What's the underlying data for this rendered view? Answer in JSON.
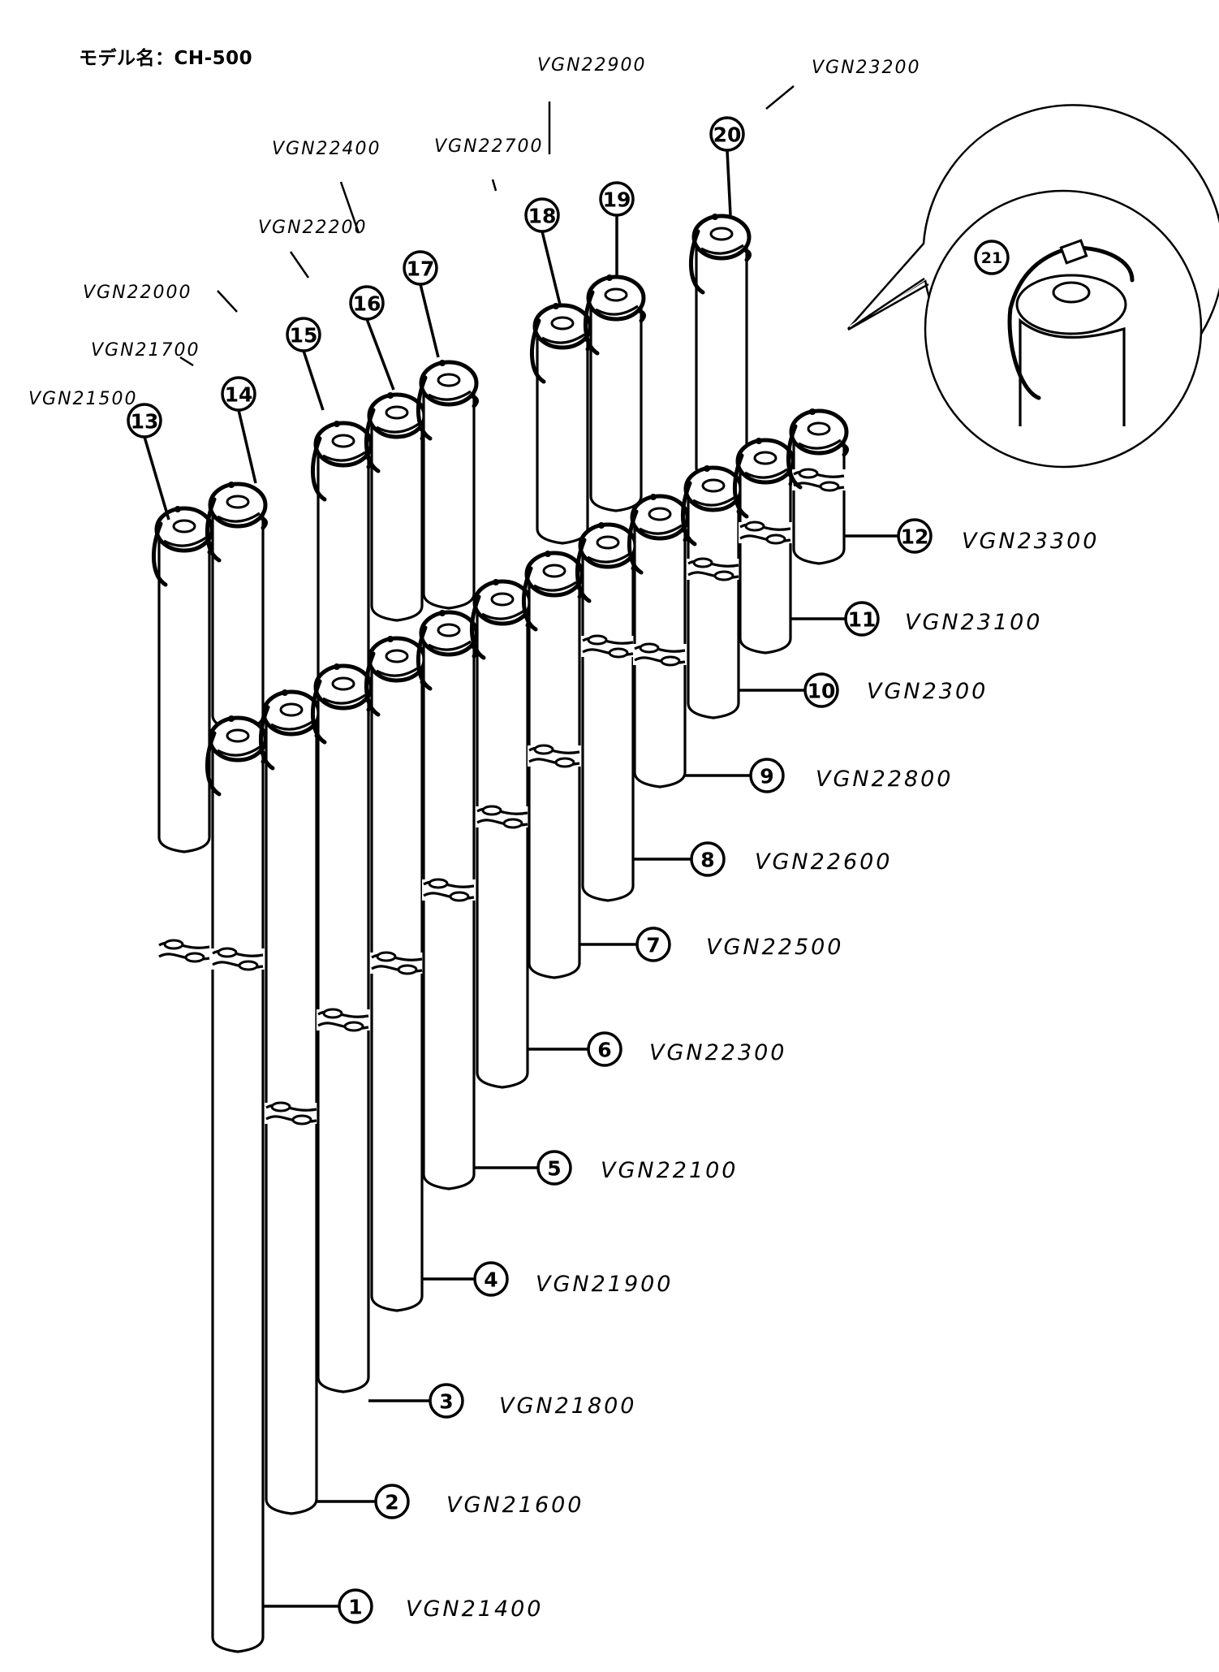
{
  "title": "モデル名：CH-500",
  "parts": [
    {
      "no": "1",
      "code": "VGN21400",
      "row": "front"
    },
    {
      "no": "2",
      "code": "VGN21600",
      "row": "front"
    },
    {
      "no": "3",
      "code": "VGN21800",
      "row": "front"
    },
    {
      "no": "4",
      "code": "VGN21900",
      "row": "front"
    },
    {
      "no": "5",
      "code": "VGN22100",
      "row": "front"
    },
    {
      "no": "6",
      "code": "VGN22300",
      "row": "front"
    },
    {
      "no": "7",
      "code": "VGN22500",
      "row": "front"
    },
    {
      "no": "8",
      "code": "VGN22600",
      "row": "front"
    },
    {
      "no": "9",
      "code": "VGN22800",
      "row": "front"
    },
    {
      "no": "10",
      "code": "VGN2300",
      "row": "front"
    },
    {
      "no": "11",
      "code": "VGN23100",
      "row": "front"
    },
    {
      "no": "12",
      "code": "VGN23300",
      "row": "front"
    },
    {
      "no": "13",
      "code": "VGN21500",
      "row": "back"
    },
    {
      "no": "14",
      "code": "VGN21700",
      "row": "back"
    },
    {
      "no": "15",
      "code": "VGN22000",
      "row": "back"
    },
    {
      "no": "16",
      "code": "VGN22200",
      "row": "back"
    },
    {
      "no": "17",
      "code": "VGN22400",
      "row": "back"
    },
    {
      "no": "18",
      "code": "VGN22700",
      "row": "back"
    },
    {
      "no": "19",
      "code": "VGN22900",
      "row": "back"
    },
    {
      "no": "20",
      "code": "VGN23200",
      "row": "back"
    }
  ],
  "detail": {
    "no": "21",
    "description": "cap with hanging cord (detail view)"
  },
  "icons": {
    "part-badge": "circled-number",
    "pipe": "cylinder",
    "detail-bubble": "magnifier-callout"
  }
}
